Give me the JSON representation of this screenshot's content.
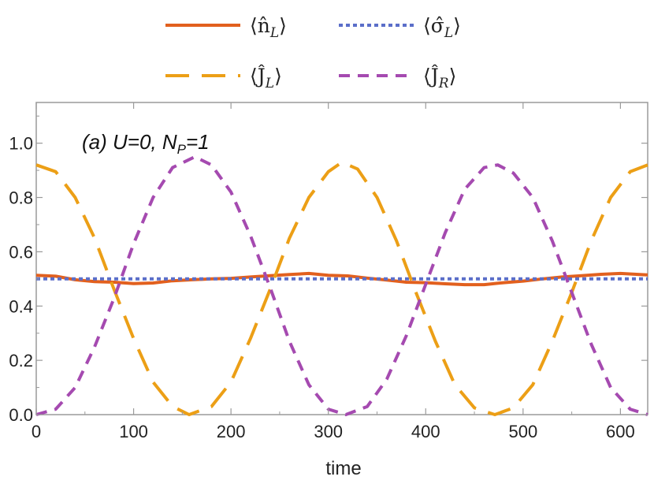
{
  "chart_data": {
    "type": "line",
    "panel_label": "(a) U=0, N",
    "panel_label_sub": "P",
    "panel_label_tail": "=1",
    "xlabel": "time",
    "ylabel": "",
    "xlim": [
      0,
      628
    ],
    "ylim": [
      0.0,
      1.15
    ],
    "x_ticks": [
      0,
      100,
      200,
      300,
      400,
      500,
      600
    ],
    "y_ticks": [
      0.0,
      0.2,
      0.4,
      0.6,
      0.8,
      1.0
    ],
    "y_tick_labels": [
      "0.0",
      "0.2",
      "0.4",
      "0.6",
      "0.8",
      "1.0"
    ],
    "grid": false,
    "legend_position": "top",
    "series": [
      {
        "name": "⟨n̂L⟩",
        "sym": "n̂",
        "sub": "L",
        "color": "#e2601e",
        "dash": "solid",
        "x": [
          0,
          20,
          40,
          60,
          80,
          100,
          120,
          140,
          160,
          180,
          200,
          220,
          240,
          260,
          280,
          300,
          320,
          340,
          360,
          380,
          400,
          420,
          440,
          460,
          480,
          500,
          520,
          540,
          560,
          580,
          600,
          620,
          628
        ],
        "y": [
          0.513,
          0.51,
          0.497,
          0.49,
          0.488,
          0.483,
          0.485,
          0.493,
          0.497,
          0.5,
          0.502,
          0.507,
          0.512,
          0.516,
          0.52,
          0.513,
          0.511,
          0.503,
          0.496,
          0.488,
          0.486,
          0.482,
          0.479,
          0.479,
          0.486,
          0.492,
          0.5,
          0.507,
          0.512,
          0.517,
          0.52,
          0.516,
          0.515
        ]
      },
      {
        "name": "⟨σ̂L⟩",
        "sym": "σ̂",
        "sub": "L",
        "color": "#5b6fc9",
        "dash": "dotted",
        "x": [
          0,
          628
        ],
        "y": [
          0.5,
          0.5
        ]
      },
      {
        "name": "⟨ĴL⟩",
        "sym": "Ĵ",
        "sub": "L",
        "color": "#ec9f16",
        "dash": "long",
        "x": [
          0,
          20,
          40,
          60,
          80,
          100,
          120,
          140,
          157,
          180,
          200,
          220,
          240,
          260,
          280,
          300,
          314,
          330,
          350,
          370,
          390,
          410,
          430,
          450,
          471,
          490,
          510,
          530,
          550,
          570,
          590,
          610,
          628
        ],
        "y": [
          0.92,
          0.895,
          0.8,
          0.65,
          0.46,
          0.28,
          0.12,
          0.03,
          0.0,
          0.03,
          0.12,
          0.28,
          0.46,
          0.65,
          0.8,
          0.895,
          0.93,
          0.905,
          0.8,
          0.64,
          0.45,
          0.27,
          0.11,
          0.025,
          0.0,
          0.025,
          0.11,
          0.27,
          0.45,
          0.64,
          0.8,
          0.895,
          0.92
        ]
      },
      {
        "name": "⟨ĴR⟩",
        "sym": "Ĵ",
        "sub": "R",
        "color": "#a54ab0",
        "dash": "medium",
        "x": [
          0,
          20,
          40,
          60,
          80,
          100,
          120,
          140,
          163,
          180,
          200,
          220,
          240,
          260,
          280,
          300,
          318,
          340,
          360,
          380,
          400,
          420,
          440,
          460,
          474,
          490,
          510,
          530,
          550,
          570,
          590,
          610,
          628
        ],
        "y": [
          0.0,
          0.02,
          0.1,
          0.25,
          0.43,
          0.63,
          0.8,
          0.91,
          0.95,
          0.92,
          0.82,
          0.66,
          0.47,
          0.27,
          0.11,
          0.02,
          0.0,
          0.03,
          0.13,
          0.29,
          0.48,
          0.67,
          0.83,
          0.91,
          0.92,
          0.89,
          0.8,
          0.64,
          0.45,
          0.26,
          0.1,
          0.02,
          0.0
        ]
      }
    ]
  }
}
